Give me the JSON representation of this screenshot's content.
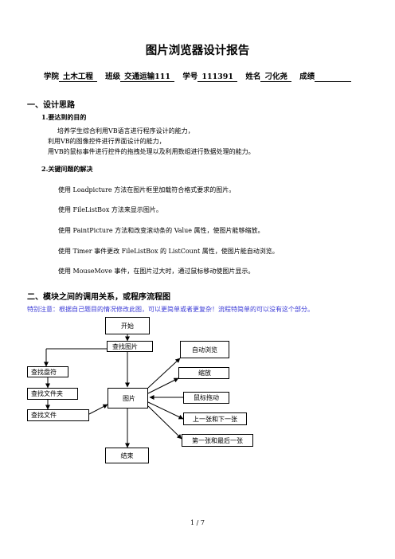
{
  "doc": {
    "title": "图片浏览器设计报告",
    "info": [
      {
        "label": "学院",
        "value": "土木工程"
      },
      {
        "label": "班级",
        "value": "交通运输111"
      },
      {
        "label": "学号",
        "value": "111391"
      },
      {
        "label": "姓名",
        "value": "刁化尧"
      },
      {
        "label": "成绩",
        "value": "        "
      }
    ],
    "section1": {
      "heading": "一、设计思路",
      "sub1": {
        "heading": "1.要达到的目的",
        "lines": [
          "培养学生综合利用VB语言进行程序设计的能力，",
          "利用VB的图像控件进行界面设计的能力，",
          "用VB的鼠标事件进行控件的拖拽处理以及利用数组进行数据处理的能力。"
        ]
      },
      "sub2": {
        "heading": "2.关键问题的解决",
        "lines": [
          "使用 Loadpicture 方法在图片框里加载符合格式要求的图片。",
          "使用 FileListBox 方法来显示图片。",
          "使用 PaintPicture 方法和改变滚动条的 Value 属性，使图片能够缩放。",
          "使用 Timer 事件更改 FileListBox 的 ListCount 属性，使图片能自动浏览。",
          "使用 MouseMove 事件，在图片过大时，通过鼠标移动使图片显示。"
        ]
      }
    },
    "section2": {
      "heading": "二、模块之间的调用关系，或程序流程图",
      "notice": "特别注意：根据自己题目的情况修改此图，可以更简单或者更复杂！流程特简单的可以没有这个部分。"
    },
    "flowchart": {
      "start": "开始",
      "find_picture": "查找图片",
      "find_drive": "查找盘符",
      "find_folder": "查找文件夹",
      "find_file": "查找文件",
      "picture": "图片",
      "end": "结束",
      "auto_browse": "自动浏览",
      "zoom": "缩放",
      "mouse_drag": "鼠标拖动",
      "prev_next": "上一张和下一张",
      "first_last": "第一张和最后一张"
    },
    "footer": {
      "page": "1  /  7"
    }
  }
}
